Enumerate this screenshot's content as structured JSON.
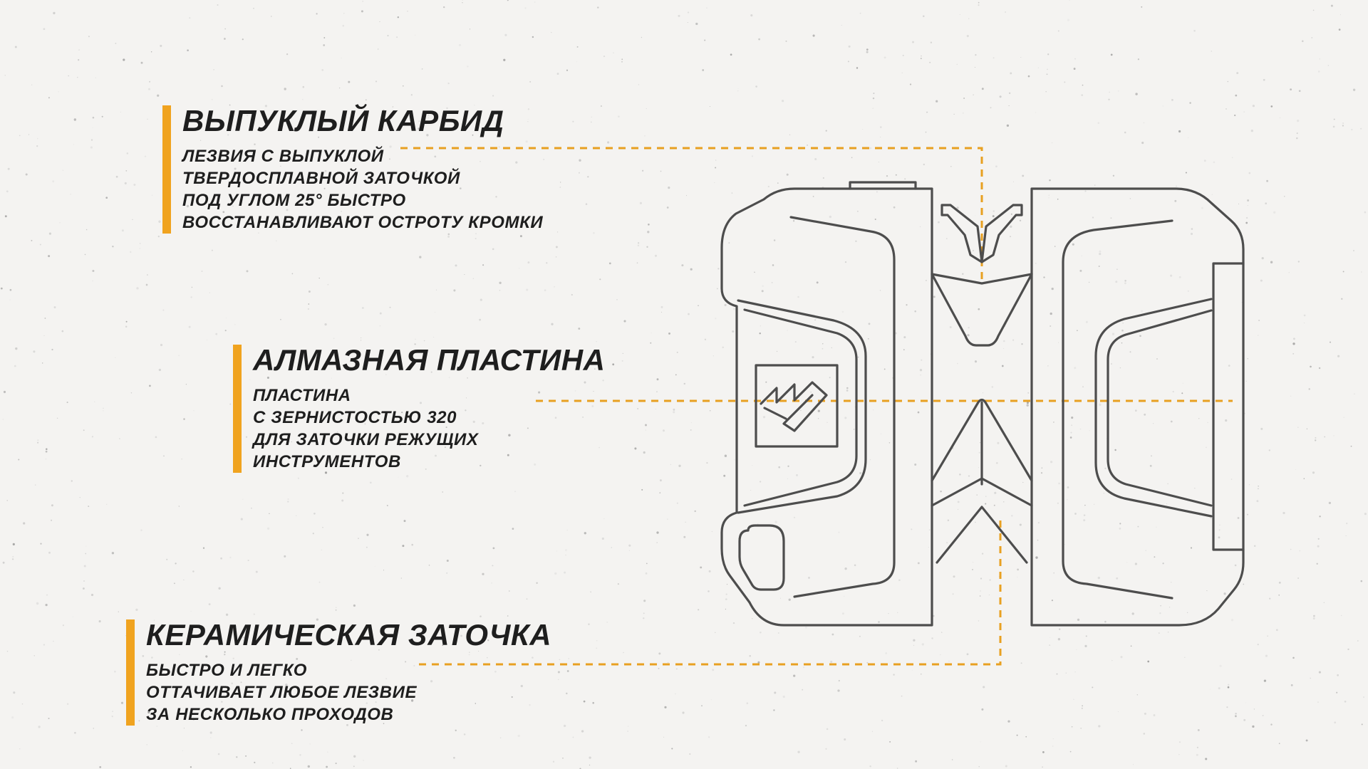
{
  "accent_color": "#f0a31f",
  "leader_color": "#e8a021",
  "outline_color": "#4d4d4d",
  "callouts": [
    {
      "title": "ВЫПУКЛЫЙ КАРБИД",
      "lines": [
        "ЛЕЗВИЯ С ВЫПУКЛОЙ",
        "ТВЕРДОСПЛАВНОЙ ЗАТОЧКОЙ",
        "ПОД УГЛОМ 25° БЫСТРО",
        "ВОССТАНАВЛИВАЮТ ОСТРОТУ КРОМКИ"
      ]
    },
    {
      "title": "АЛМАЗНАЯ ПЛАСТИНА",
      "lines": [
        "ПЛАСТИНА",
        "С ЗЕРНИСТОСТЬЮ 320",
        "ДЛЯ ЗАТОЧКИ РЕЖУЩИХ",
        "ИНСТРУМЕНТОВ"
      ]
    },
    {
      "title": "КЕРАМИЧЕСКАЯ ЗАТОЧКА",
      "lines": [
        "БЫСТРО И ЛЕГКО",
        "ОТТАЧИВАЕТ ЛЮБОЕ ЛЕЗВИЕ",
        "ЗА НЕСКОЛЬКО ПРОХОДОВ"
      ]
    }
  ]
}
